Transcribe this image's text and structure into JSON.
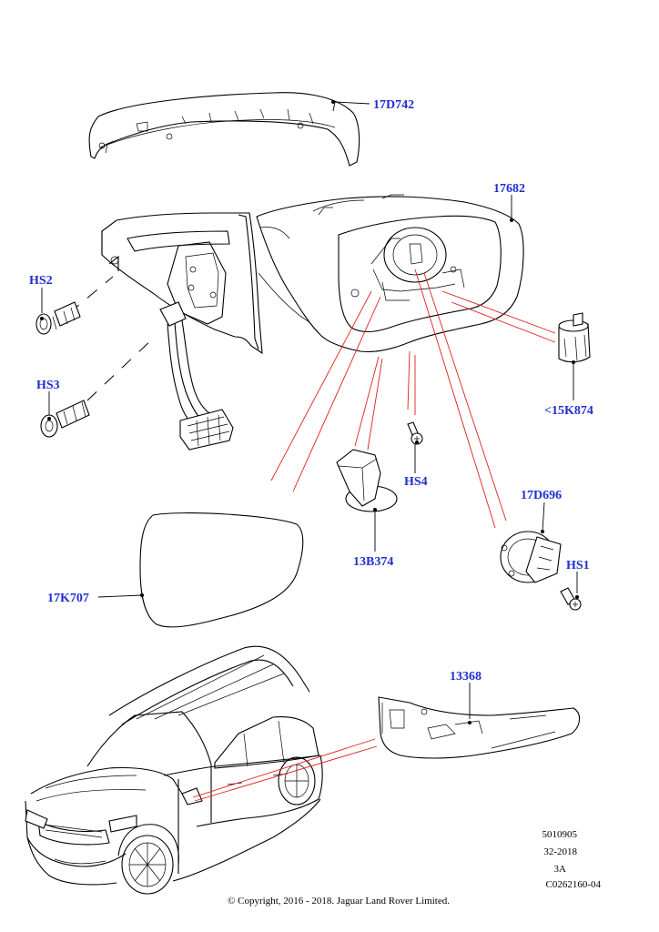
{
  "parts": {
    "mirror_cap": "17D742",
    "mirror_assembly": "17682",
    "screw_hs2": "HS2",
    "screw_hs3": "HS3",
    "bulb_holder": "<15K874",
    "screw_hs4": "HS4",
    "actuator": "17D696",
    "screw_hs1": "HS1",
    "puddle_lamp": "13B374",
    "mirror_glass": "17K707",
    "side_repeater": "13368"
  },
  "reference": {
    "line1": "5010905",
    "line2": "32-2018",
    "line3": "3A",
    "line4": "C0262160-04"
  },
  "copyright": "© Copyright, 2016 - 2018. Jaguar Land Rover Limited."
}
